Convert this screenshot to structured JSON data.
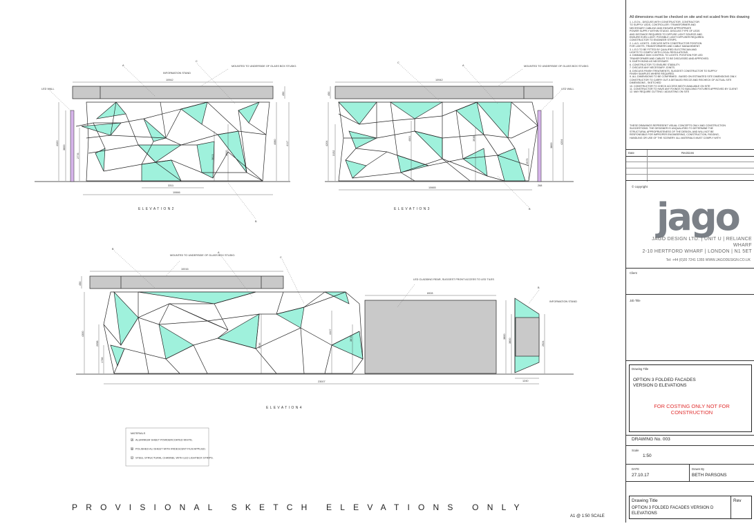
{
  "sheet": {
    "bottom_title": "PROVISIONAL SKETCH ELEVATIONS ONLY",
    "scale_note": "A1 @ 1:50 SCALE"
  },
  "colors": {
    "mint": "#9ff1dc",
    "grey_fill": "#c9c9c9",
    "led_wall": "#d6b4ea",
    "line": "#222222",
    "red": "#e03030"
  },
  "elevations": {
    "e2": {
      "label": "E L E V A T I O N   2",
      "top_dim": "10942",
      "bottom_dim": "10666",
      "span_dim": "3311",
      "height_dims": [
        "4320",
        "3800",
        "2776",
        "3813",
        "3500",
        "4080",
        "4117"
      ],
      "right_dims": [
        "450"
      ],
      "callouts": {
        "a": "A",
        "c": "C",
        "b": "B",
        "info_stand": "INFORMATION STAND",
        "mounted": "MOUNTED TO UNDERSIDE OF GLASS BOX STUDIO.",
        "led_wall": "LED WALL"
      }
    },
    "e3": {
      "label": "E L E V A T I O N   3",
      "top_dim": "10942",
      "bottom_dim": "10665",
      "height_dims": [
        "4204",
        "3152",
        "4001",
        "3936",
        "2575",
        "3800",
        "4204"
      ],
      "left_dims": [
        "450"
      ],
      "callouts": {
        "c": "C",
        "a": "A",
        "b": "B",
        "mounted": "MOUNTED TO UNDERSIDE OF GLASS BOX STUDIO.",
        "led_wall": "LED WALL",
        "floor_note": "268"
      }
    },
    "e4": {
      "label": "E L E V A T I O N   4",
      "top_dim": "10016",
      "total_dim": "23007",
      "panel_dim": "6928",
      "stand_dim": "1240",
      "height_dims": [
        "4300",
        "2058",
        "1736",
        "3736",
        "4447",
        "3876",
        "3800",
        "3800",
        "2924"
      ],
      "left_dims": [
        "450"
      ],
      "callouts": {
        "b": "B",
        "a": "A",
        "c": "C",
        "b2": "B",
        "mounted": "MOUNTED TO UNDERSIDE OF GLASS BOX STUDIO.",
        "led_rear": "LED CLADDING REAR, SUGGEST FRONT ACCESS TO LED TILES",
        "info_stand": "INFORMATION STAND"
      }
    }
  },
  "materials": {
    "title": "MATERIALS",
    "items": [
      "ALUMINIUM SHEET POWDERCOATED WHITE.",
      "POLISHED ALI SHEET WITH IRIDESCENT FILM APPLIED.",
      "STEEL STRUCTURAL CHANNEL WITH LED LIGHTBOX STRIPS."
    ],
    "keys": [
      "A",
      "B",
      "C"
    ]
  },
  "title_block": {
    "notes_title": "All dimensions must be checked on site and not scaled from this drawing",
    "notes": [
      "1.  L.E.D's - DISCUSS WITH CONSTRUCTOR, CONTRACTOR",
      "TO SUPPLY LEDS, CONTROLLER / TRANSFORMER AND",
      "NECESSARY CABLING AND ENSURE APPROPRIATE",
      "POWER SUPPLY WITHIN STUDIO. DISCUSS TYPE OF LEDS",
      "AND DISTANCE REQUIRED TO DIFFUSE LIGHT SOURCE AND",
      "ENSURE EVEN LIGHT. POSSIBLE LIGHT DIFFUSER REQUIRED.",
      "CONSTRUCTOR TO ENGINEER STRIPS.",
      "2.  L.A.D. LIGHTS - DISCUSS WITH CONSTRUCTOR POSITION",
      "FOR LIGHTS, TRANSFORMERS AND CABLE MANAGEMENT.",
      "3.  L.E.D TO BE FITTED BY QUALIFIED ELECTRICIAN AND",
      "LIGHTS TO COMPLY WITH LOCAL REGULATIONS.",
      "4.  DIMMABLE DMX CONTROL TO LIGHTS.  POSITION FOR LED",
      "TRANSFORMER AND CABLES TO BE DISCUSSED AND APPROVED.",
      "5.  EARTH BOND AS NECESSARY.",
      "6.  CONSTRUCTOR TO ENSURE STABILITY.",
      "7.  DISCUSS ANY NECESSARY JOINTS.",
      "8.  DISCUSS FINISH TREATMENTS, SUGGEST CONSTRUCTOR TO SUPPLY",
      "FINISH SAMPLES WHERE REQUIRED.",
      "9.  ALL DIMENSIONS TO BE CONFIRMED - BASED ON ESTIMATED SITE DIMENSIONS ONLY.",
      "CONSTRUCTOR TO CARRY OUT A DETAILED RECCE AND RECHECK OF ACTUAL SITE",
      "DIMENSIONS - SKETCHED",
      "10.  CONSTRUCTOR TO CHECK ACCESS WIDTH AVAILABLE ON SITE",
      "11.  CONSTRUCTOR TO HAVE ANY FIXINGS TO BUILDING FIXTURES APPROVED BY CLIENT",
      "12.  MAY REQUIRE CUTTING / ADJUSTING ON SITE"
    ],
    "disclaimer": [
      "THESE DRAWINGS REPRESENT VISUAL CONCEPTS ONLY AND CONSTRUCTION",
      "SUGGESTIONS.  THE DESIGNER IS UNQUALIFIED TO DETERMINE THE",
      "STRUCTURAL APPROPRIATENESS OF THE DESIGN, AND WILL NOT BE",
      "RESPONSIBLE FOR IMPROPER ENGINEERING, CONSTRUCTION, RIGGING,",
      "HANDLING OR USE OF THE SCENERY.  ALL MATERIALS MUST COMPLY WITH"
    ],
    "rev_cols": [
      "Date",
      "Revisions"
    ],
    "copyright": "© copyright",
    "logo": "jago",
    "company_line1": "JAGO DESIGN LTD. | UNIT U  |  RELIANCE WHARF",
    "company_line2": "2-10 HERTFORD WHARF  |  LONDON  |  N1 5ET",
    "contact": "Tel: +44 (0)20 7241 1355       WWW.JAGODESIGN.CO.UK",
    "client_label": "Client",
    "job_title_label": "Job Title",
    "drawing_title_label": "Drawing Title",
    "drawing_title": "OPTION 3 FOLDED FACADES VERSION D ELEVATIONS",
    "costing_note": "FOR COSTING ONLY NOT FOR CONSTRUCTION",
    "drawing_no": "DRAWING No. 003",
    "scale_label": "Scale",
    "scale": "1:50",
    "date_label": "DATE",
    "date": "27.10.17",
    "drawn_label": "Drawn By",
    "drawn_by": "BETH PARSONS",
    "drawing_title_label2": "Drawing Title",
    "drawing_title_bottom": "OPTION 3 FOLDED FACADES VERSION D ELEVATIONS",
    "rev_label": "Rev"
  }
}
